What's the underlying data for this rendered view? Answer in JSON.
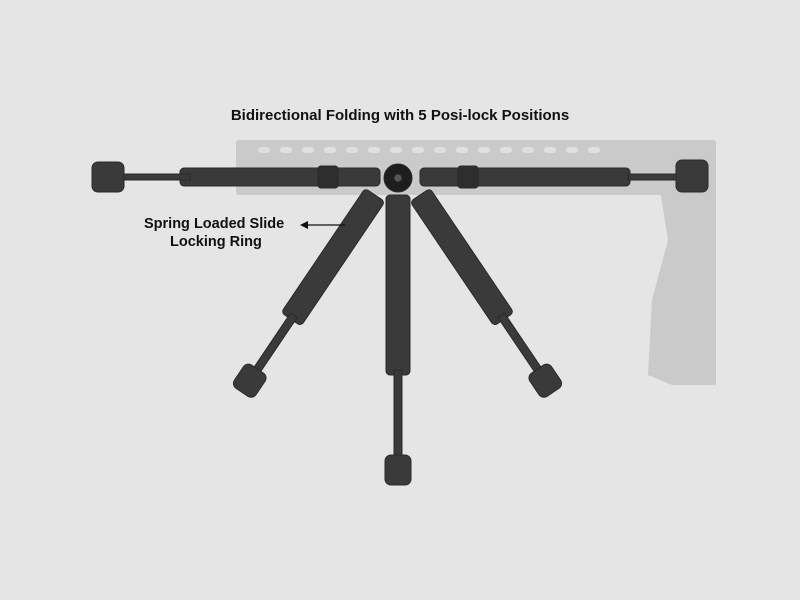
{
  "figure": {
    "title": "Bidirectional Folding with 5 Posi-lock Positions",
    "callouts": [
      {
        "line1": "Spring Loaded Slide",
        "line2": "Locking Ring",
        "arrow": "left-arrow pointing to leg collar"
      }
    ],
    "subject": "bipod",
    "colors": {
      "background": "#e5e5e5",
      "bipod": "#3a3a3a",
      "rifle_ghost": "#c9c9c9",
      "text": "#111111"
    }
  }
}
